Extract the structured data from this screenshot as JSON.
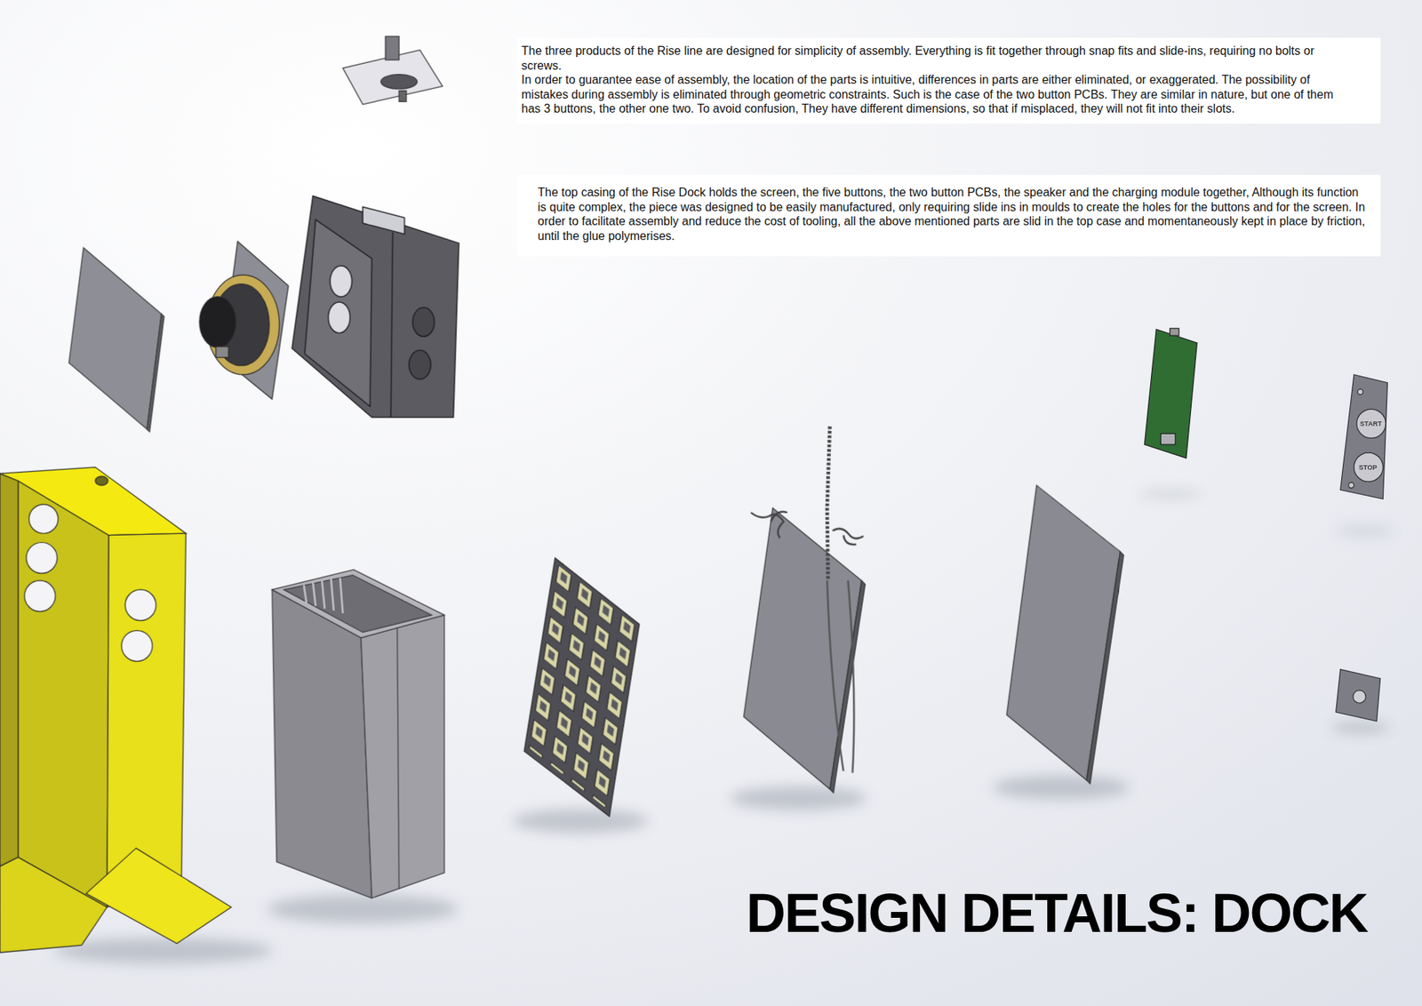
{
  "diagram": {
    "title": "DESIGN DETAILS: DOCK",
    "nodes": [
      {
        "text": [
          "The three products of the Rise line are designed for simplicity of assembly. Everything is fit together through snap fits and slide-ins, requiring no bolts or screws.",
          "In order to guarantee ease of assembly, the location of the parts is intuitive, differences in parts are either eliminated, or exaggerated. The possibility of mistakes during assembly is eliminated through geometric constraints. Such is the case of the two button PCBs. They are similar in nature, but one of them has 3 buttons, the other one two. To avoid confusion, They have different dimensions, so that if misplaced, they will not fit into their slots."
        ]
      },
      {
        "text": [
          "The top casing of the Rise Dock holds the screen, the five buttons, the two button PCBs, the speaker and the charging module together, Although its function is quite complex, the piece was designed to be easily manufactured, only requiring slide ins in moulds to create the holes for the buttons and for the screen. In order to facilitate assembly and reduce the cost of tooling, all the above mentioned parts are slid in the top case and momentaneously kept in place by friction, until the glue polymerises."
        ]
      }
    ],
    "labels": [
      "START",
      "STOP"
    ]
  }
}
